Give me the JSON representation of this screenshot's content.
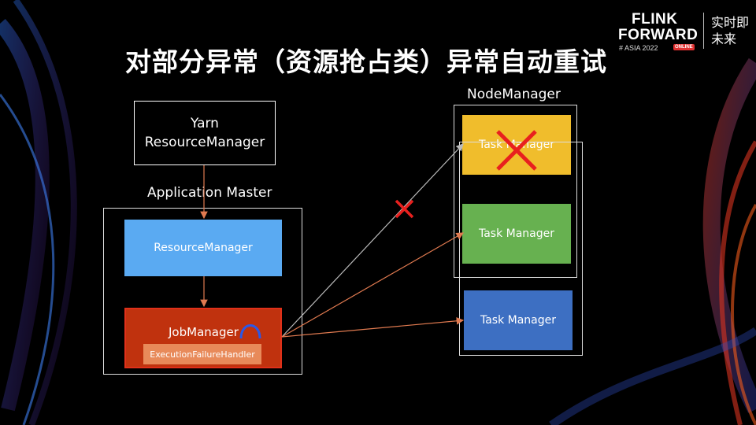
{
  "slide": {
    "title": "对部分异常（资源抢占类）异常自动重试"
  },
  "logo": {
    "line1": "FLINK",
    "line2": "FORWARD",
    "line3": "# ASIA 2022",
    "badge": "ONLINE",
    "cn": "实时即未来"
  },
  "diagram": {
    "yarn_line1": "Yarn",
    "yarn_line2": "ResourceManager",
    "app_master_label": "Application Master",
    "resource_manager": "ResourceManager",
    "job_manager": "JobManager",
    "failure_handler": "ExecutionFailureHandler",
    "node_manager_label": "NodeManager",
    "task_manager_1": "Task Manager",
    "task_manager_2": "Task Manager",
    "task_manager_3": "Task Manager"
  },
  "colors": {
    "resource_manager": "#5aaaf2",
    "job_manager": "#c0320e",
    "failure_handler": "#e88a5a",
    "tm_failed": "#f0bd2c",
    "tm_ok": "#67b150",
    "tm_blue": "#3d6fc2",
    "cross": "#e8201e",
    "arrow_orange": "#e07a50"
  }
}
